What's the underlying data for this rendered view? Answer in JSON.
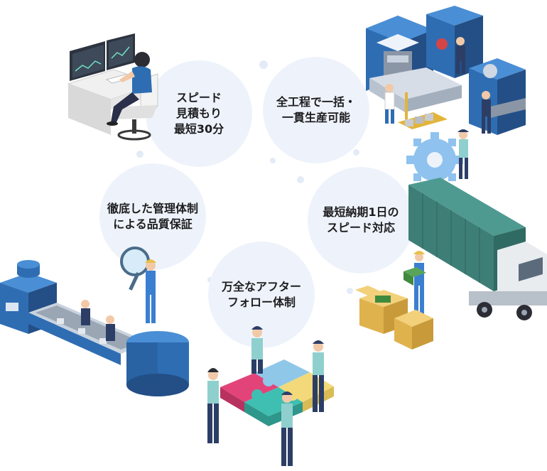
{
  "features": [
    {
      "id": "speed-estimate",
      "label": "スピード\n見積もり\n最短30分"
    },
    {
      "id": "all-process",
      "label": "全工程で一括・\n一貫生産可能"
    },
    {
      "id": "quality",
      "label": "徹底した管理体制\nによる品質保証"
    },
    {
      "id": "delivery",
      "label": "最短納期1日の\nスピード対応"
    },
    {
      "id": "aftercare",
      "label": "万全なアフター\nフォロー体制"
    }
  ],
  "colors": {
    "bubble": "#eef3fb",
    "machine_blue": "#2f6db3",
    "machine_dark": "#234f86",
    "worker_blue": "#3b7fd0",
    "truck_green": "#3d7f77",
    "box_yellow": "#e8c468",
    "puzzle_pink": "#e2447a",
    "puzzle_teal": "#3fbfb1",
    "puzzle_yellow": "#f3d97a",
    "puzzle_blue": "#8fc7e8"
  }
}
